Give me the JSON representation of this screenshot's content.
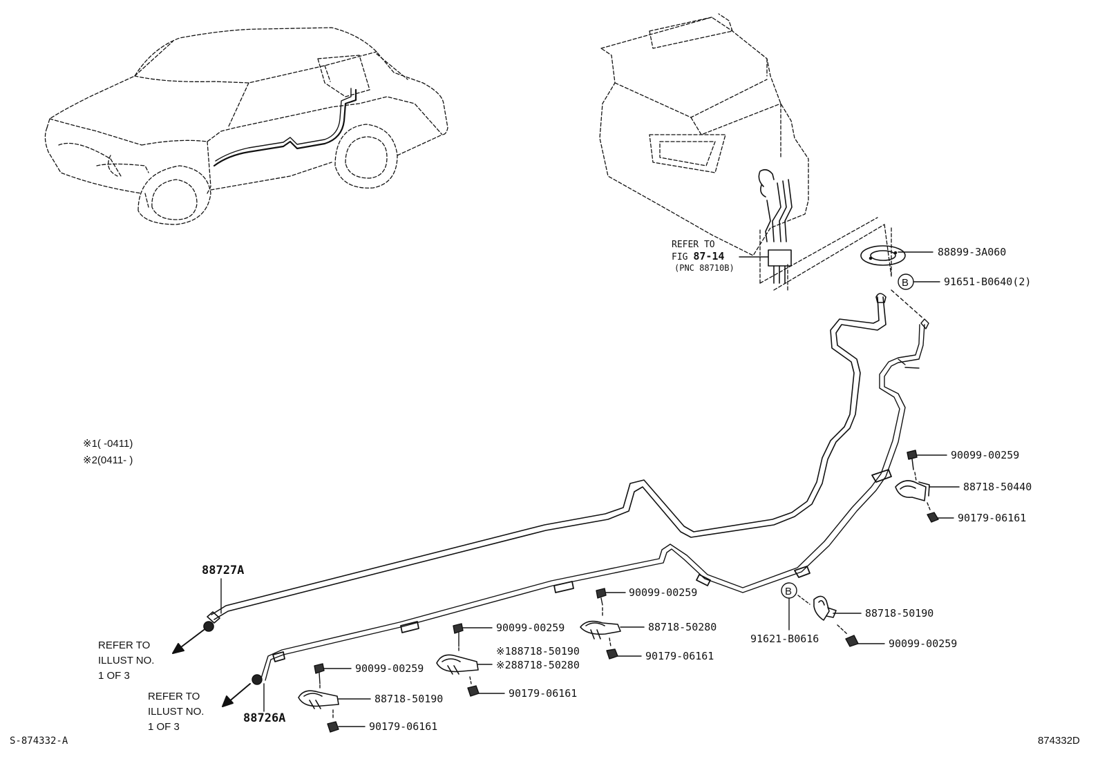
{
  "notes": {
    "n1": "※1(       -0411)",
    "n2": "※2(0411-       )"
  },
  "refer_fig": {
    "l1": "REFER TO",
    "l2": "FIG",
    "l2b": "87-14",
    "l3": "(PNC 88710B)"
  },
  "refer_illust": {
    "l1": "REFER TO",
    "l2": "ILLUST NO.",
    "l3": "1 OF 3"
  },
  "callout_marker": "B",
  "parts": {
    "p_88899": "88899-3A060",
    "p_91651": "91651-B0640(2)",
    "p_90099_r": "90099-00259",
    "p_88718_50440": "88718-50440",
    "p_90179_r": "90179-06161",
    "p_88718_50190_r": "88718-50190",
    "p_91621": "91621-B0616",
    "p_90099_rb": "90099-00259",
    "p_90099_m1": "90099-00259",
    "p_88718_50280_m": "88718-50280",
    "p_90179_m1": "90179-06161",
    "p_90099_m2": "90099-00259",
    "p_n1_88718": "※188718-50190",
    "p_n2_88718": "※288718-50280",
    "p_90179_m2": "90179-06161",
    "p_90099_l": "90099-00259",
    "p_88718_50190_l": "88718-50190",
    "p_90179_l": "90179-06161",
    "p_88727": "88727A",
    "p_88726": "88726A"
  },
  "footer": {
    "left": "S-874332-A",
    "right": "874332D"
  }
}
